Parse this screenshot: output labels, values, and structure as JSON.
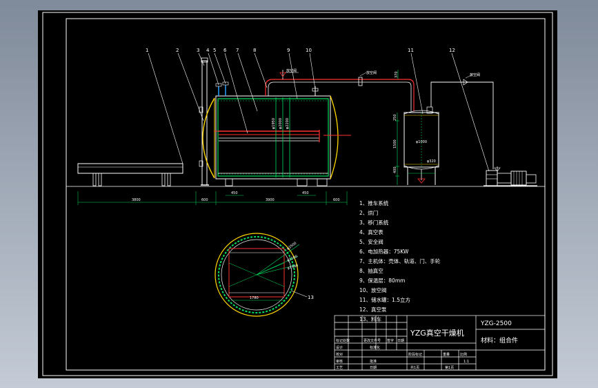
{
  "drawing": {
    "part_numbers": [
      "1",
      "2",
      "3",
      "4",
      "5",
      "6",
      "7",
      "8",
      "9",
      "10",
      "11",
      "12",
      "13"
    ],
    "legend": [
      "1、推车系统",
      "2、烘门",
      "3、移门系统",
      "4、真空表",
      "5、安全阀",
      "6、电加热器：75KW",
      "7、主机体：壳体、轨道、门、手轮",
      "8、抽真空",
      "9、保温层：80mm",
      "10、放空阀",
      "11、储水罐：1.5立方",
      "12、真空泵",
      "13、料车"
    ],
    "valve_labels": {
      "top_valve": "放空阀",
      "valve_11": "放空阀",
      "valve_12": "放空阀"
    },
    "dims": {
      "d3800": "3800",
      "d600a": "600",
      "d3900": "3900",
      "d600b": "600",
      "d450a": "450",
      "d450b": "450",
      "d_phi_a": "φ1950",
      "d_phi_b": "φ2000",
      "d_phi_c": "φ2200",
      "d_tank": "φ1000",
      "d_tank2": "φ320",
      "v_250": "250",
      "v_1500": "1500",
      "v_400": "400",
      "v_370": "370",
      "c_2500": "φ2500",
      "c_2200": "φ2200",
      "c_1960": "φ1960",
      "c_1780": "1780"
    }
  },
  "title_block": {
    "title": "YZG真空干燥机",
    "code": "YZG-2500",
    "material": "材料：组合件",
    "row_labels": [
      "标记处数",
      "设计",
      "校对",
      "审核",
      "工艺"
    ],
    "col_labels": [
      "更改文件号",
      "签字",
      "日期"
    ],
    "cells": [
      "标准化",
      "批准",
      "日期",
      "阶段标记",
      "重量",
      "比例",
      "1:1",
      "共1页",
      "第1页"
    ]
  }
}
